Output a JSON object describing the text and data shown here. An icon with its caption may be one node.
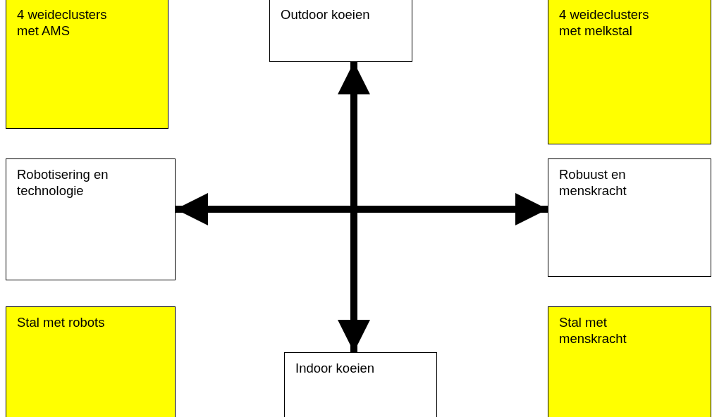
{
  "diagram": {
    "nodes": [
      {
        "text": [
          "4 weideclusters met AMS"
        ]
      },
      {
        "text": [
          "Outdoor koeien"
        ]
      },
      {
        "text": [
          "4 weideclusters met melkstal"
        ]
      },
      {
        "text": [
          "Robotisering en technologie"
        ]
      },
      {
        "text": [
          "Robuust en menskracht"
        ]
      },
      {
        "text": [
          "Stal met robots"
        ]
      },
      {
        "text": [
          "Stal met menskracht"
        ]
      },
      {
        "text": [
          "Indoor koeien"
        ]
      }
    ],
    "edges": [
      {
        "from": 1,
        "to": 7,
        "arrow": "both"
      },
      {
        "from": 3,
        "to": 4,
        "arrow": "both"
      }
    ]
  }
}
